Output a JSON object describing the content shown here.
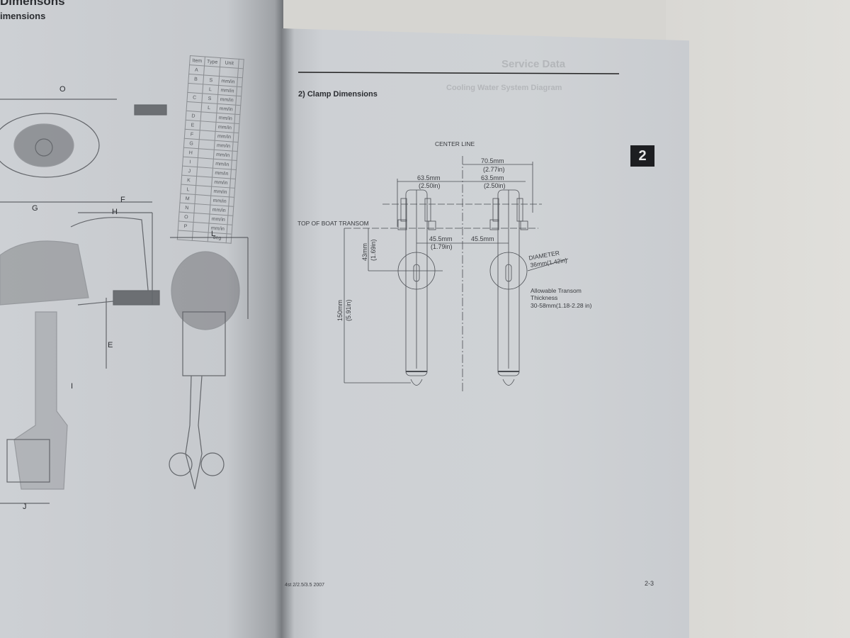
{
  "left_page": {
    "title": "Dimensons",
    "subtitle": "imensions",
    "view_labels": [
      "O",
      "F",
      "G",
      "H",
      "L",
      "E",
      "I",
      "J"
    ],
    "table": {
      "headers": [
        "Item",
        "Type",
        "Unit"
      ],
      "rows": [
        {
          "item": "A",
          "type": "",
          "unit": ""
        },
        {
          "item": "B",
          "type": "S",
          "unit": "mm/in"
        },
        {
          "item": "",
          "type": "L",
          "unit": "mm/in"
        },
        {
          "item": "C",
          "type": "S",
          "unit": "mm/in"
        },
        {
          "item": "",
          "type": "L",
          "unit": "mm/in"
        },
        {
          "item": "D",
          "type": "",
          "unit": "mm/in"
        },
        {
          "item": "E",
          "type": "",
          "unit": "mm/in"
        },
        {
          "item": "F",
          "type": "",
          "unit": "mm/in"
        },
        {
          "item": "G",
          "type": "",
          "unit": "mm/in"
        },
        {
          "item": "H",
          "type": "",
          "unit": "mm/in"
        },
        {
          "item": "I",
          "type": "",
          "unit": "mm/in"
        },
        {
          "item": "J",
          "type": "",
          "unit": "mm/in"
        },
        {
          "item": "K",
          "type": "",
          "unit": "mm/in"
        },
        {
          "item": "L",
          "type": "",
          "unit": "mm/in"
        },
        {
          "item": "M",
          "type": "",
          "unit": "mm/in"
        },
        {
          "item": "N",
          "type": "",
          "unit": "mm/in"
        },
        {
          "item": "O",
          "type": "",
          "unit": "mm/in"
        },
        {
          "item": "P",
          "type": "",
          "unit": "mm/in"
        },
        {
          "item": "",
          "type": "",
          "unit": "deg"
        }
      ]
    }
  },
  "right_page": {
    "section_title": "2) Clamp Dimensions",
    "chapter_tab": "2",
    "bleed_through": [
      "Service Data",
      "Cooling Water System Diagram"
    ],
    "diagram": {
      "center_line": "CENTER LINE",
      "dim_70_5": "70.5mm",
      "dim_70_5_in": "(2.77in)",
      "dim_63_5_left": "63.5mm",
      "dim_63_5_left_in": "(2.50in)",
      "dim_63_5_right": "63.5mm",
      "dim_63_5_right_in": "(2.50in)",
      "top_of_transom": "TOP OF BOAT TRANSOM",
      "dim_45_5_left": "45.5mm",
      "dim_45_5_left_in": "(1.79in)",
      "dim_45_5_right": "45.5mm",
      "dim_43": "43mm",
      "dim_43_in": "(1.69in)",
      "dim_150": "150mm",
      "dim_150_in": "(5.91in)",
      "diameter": "DIAMETER",
      "diameter_value": "36mm(1.42in)",
      "transom_line1": "Allowable Transom",
      "transom_line2": "Thickness",
      "transom_line3": "30-58mm(1.18-2.28 in)"
    },
    "footer_left": "4st 2/2.5/3.5 2007",
    "page_number": "2-3"
  }
}
